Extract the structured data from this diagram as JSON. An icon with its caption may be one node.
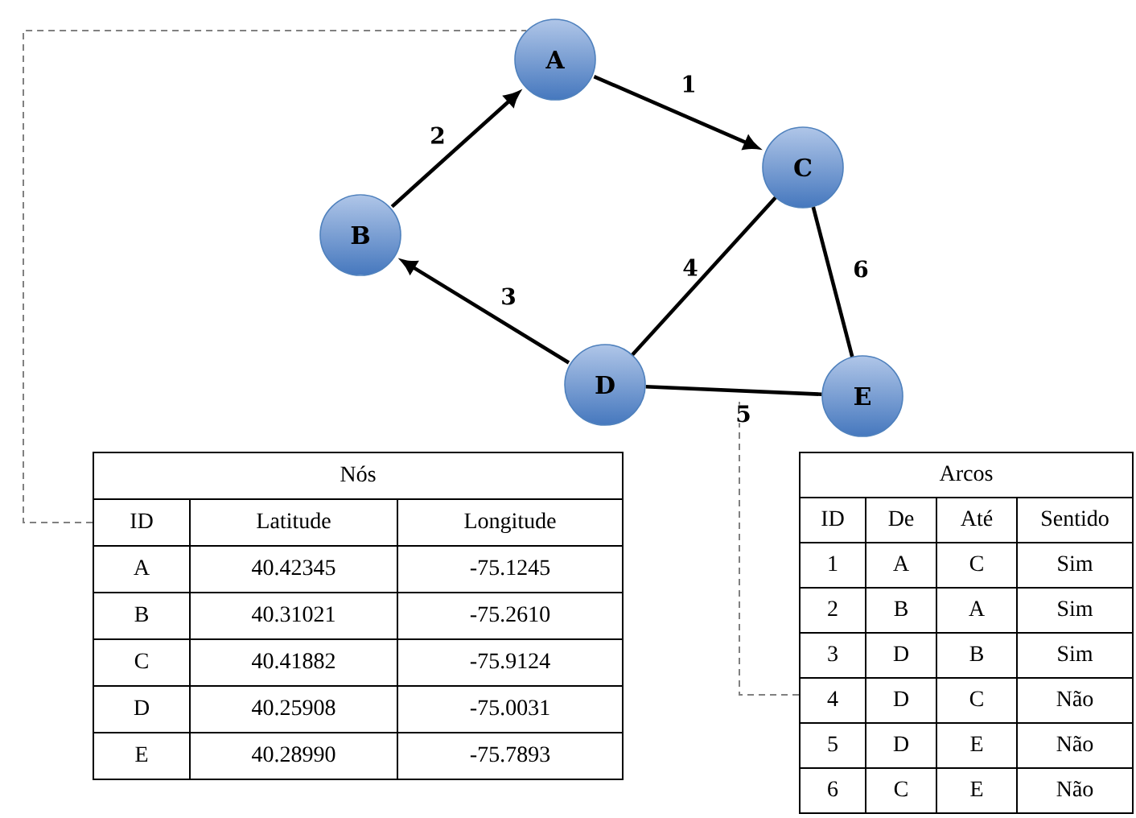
{
  "diagram": {
    "nodes": [
      {
        "text": [
          "A"
        ]
      },
      {
        "text": [
          "B"
        ]
      },
      {
        "text": [
          "C"
        ]
      },
      {
        "text": [
          "D"
        ]
      },
      {
        "text": [
          "E"
        ]
      },
      {
        "text": [
          "Nós",
          "ID",
          "Latitude",
          "Longitude",
          "A",
          "40.42345",
          "-75.1245",
          "B",
          "40.31021",
          "-75.2610",
          "C",
          "40.41882",
          "-75.9124",
          "D",
          "40.25908",
          "-75.0031",
          "E",
          "40.28990",
          "-75.7893"
        ]
      },
      {
        "text": [
          "Arcos",
          "ID",
          "De",
          "Até",
          "Sentido",
          "1",
          "A",
          "C",
          "Sim",
          "2",
          "B",
          "A",
          "Sim",
          "3",
          "D",
          "B",
          "Sim",
          "4",
          "D",
          "C",
          "Não",
          "5",
          "D",
          "E",
          "Não",
          "6",
          "C",
          "E",
          "Não"
        ]
      }
    ],
    "edges": [
      {
        "from": 0,
        "to": 2,
        "arrow": "to",
        "label": "1"
      },
      {
        "from": 1,
        "to": 0,
        "arrow": "to",
        "label": "2"
      },
      {
        "from": 3,
        "to": 1,
        "arrow": "to",
        "label": "3"
      },
      {
        "from": 3,
        "to": 2,
        "arrow": "none",
        "label": "4"
      },
      {
        "from": 3,
        "to": 4,
        "arrow": "none",
        "label": "5"
      },
      {
        "from": 2,
        "to": 4,
        "arrow": "none",
        "label": "6"
      },
      {
        "from": 5,
        "to": 0,
        "arrow": "none",
        "style": "dashed",
        "color": "#808080"
      },
      {
        "from": 6,
        "to": null,
        "arrow": "none",
        "style": "dashed",
        "color": "#808080"
      }
    ]
  }
}
